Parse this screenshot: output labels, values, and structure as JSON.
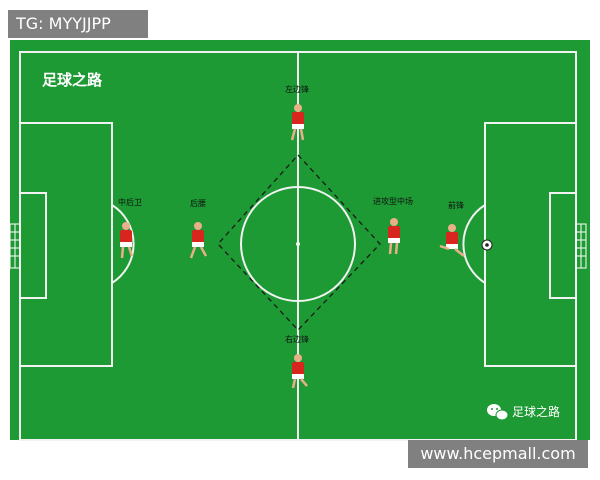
{
  "header_tag": "TG: MYYJJPP",
  "footer_url": "www.hcepmall.com",
  "diagram": {
    "title": "足球之路",
    "brand_label": "足球之路",
    "positions": {
      "left_winger": "左边锋",
      "center_back": "中后卫",
      "defensive_midfielder": "后腰",
      "attacking_midfielder": "进攻型中场",
      "forward": "前锋",
      "right_winger": "右边锋"
    }
  },
  "colors": {
    "pitch": "#1d9a34",
    "line": "#f2f2f2",
    "jersey": "#d8261f",
    "shorts": "#ffffff",
    "skin": "#e8b089",
    "formation_line": "#1a1a1a"
  },
  "icons": {
    "brand": "wechat-icon",
    "goal": "goal-net-icon",
    "ball": "soccer-ball-icon"
  }
}
